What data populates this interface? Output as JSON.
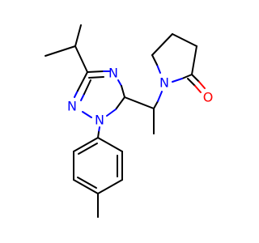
{
  "molecule": {
    "colors": {
      "carbon_bond": "#000000",
      "nitrogen": "#0000ff",
      "oxygen": "#ff0000"
    },
    "atoms": {
      "n_triazole_left": "N",
      "n_triazole_bottom": "N",
      "n_triazole_right": "N",
      "n_pyrrolidinone": "N",
      "o_carbonyl": "O"
    }
  }
}
